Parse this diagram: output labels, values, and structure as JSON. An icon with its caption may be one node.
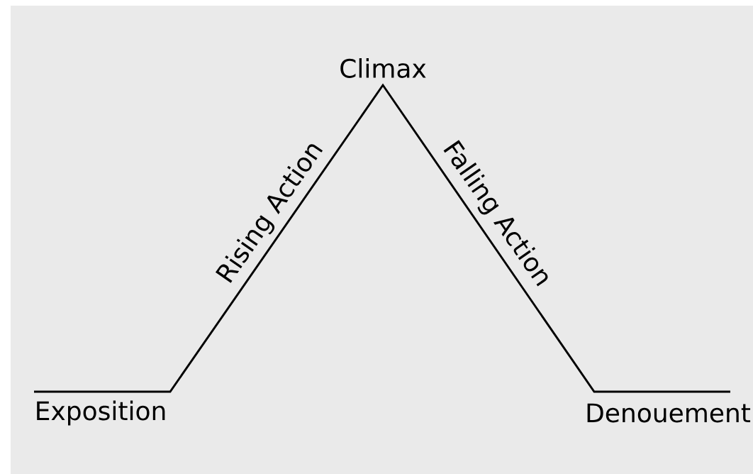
{
  "diagram": {
    "labels": [
      "Climax",
      "Rising Action",
      "Falling Action",
      "Exposition",
      "Denouement"
    ]
  }
}
